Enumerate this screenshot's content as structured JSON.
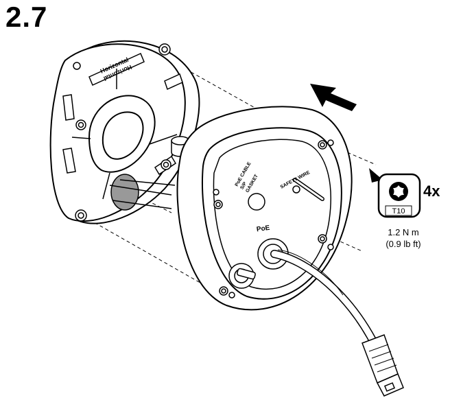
{
  "step": {
    "number": "2.7"
  },
  "mount_plate": {
    "label_top": "Horizontal",
    "label_bottom": "Horizontal"
  },
  "box": {
    "poe_label": "PoE",
    "cable_label_1": "PoE CABLE",
    "cable_label_2": "S/P",
    "cable_label_3": "GASKET",
    "cable_label_prefix": "I",
    "safety_wire_label": "SAFETY WIRE"
  },
  "tool": {
    "bit": "T10",
    "quantity": "4x",
    "icon": "torx-bit-icon"
  },
  "torque": {
    "metric": "1.2 N m",
    "imperial": "(0.9 lb ft)"
  },
  "icons": {
    "direction": "arrow-left-up-icon"
  }
}
